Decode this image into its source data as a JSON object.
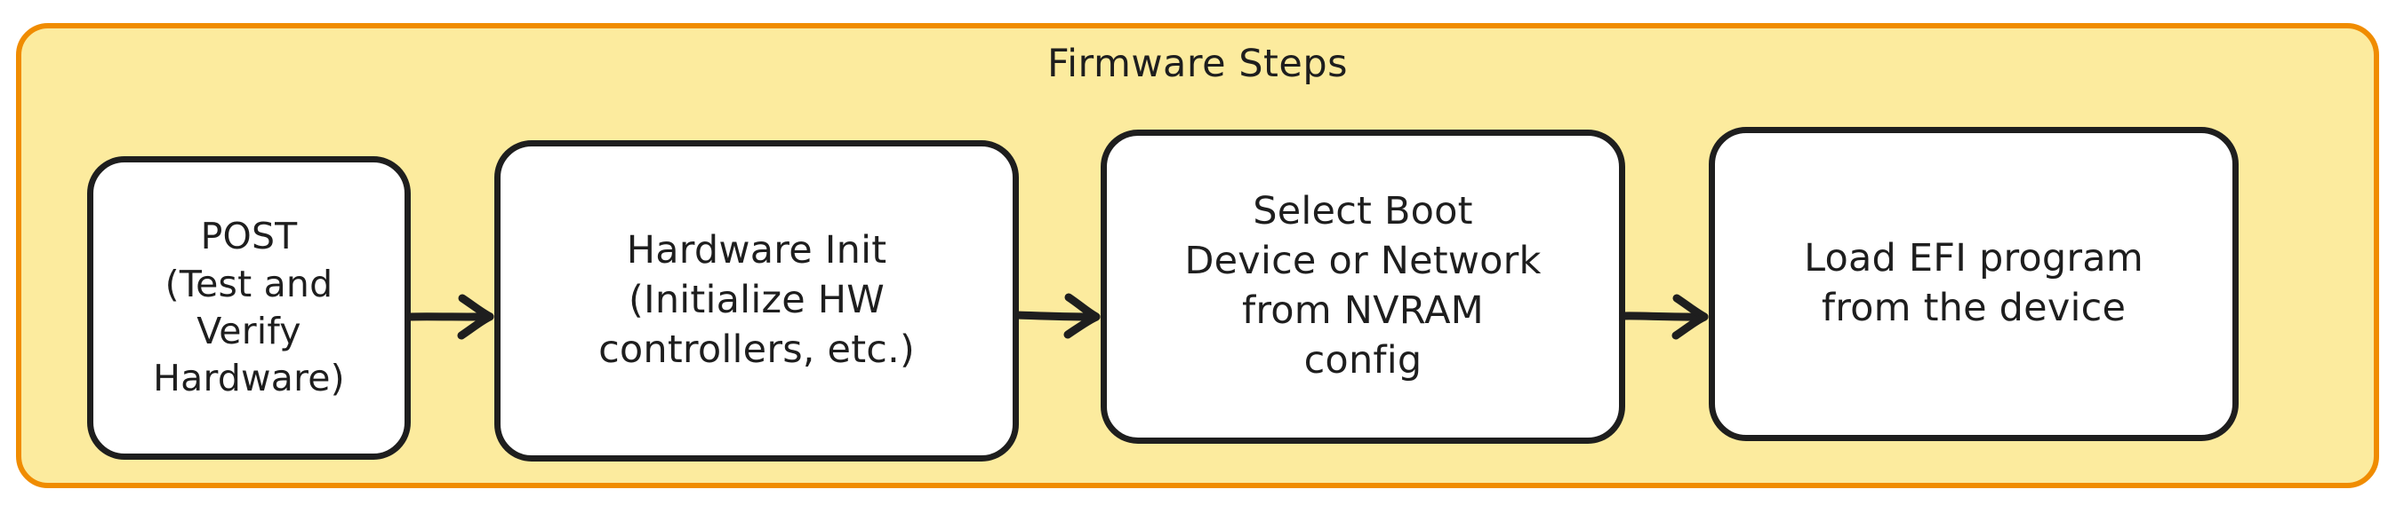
{
  "diagram": {
    "type": "flowchart",
    "orientation": "left-to-right",
    "group": {
      "title": "Firmware Steps",
      "fill_color": "#fceb9e",
      "border_color": "#f08c00"
    },
    "node_style": {
      "fill_color": "#ffffff",
      "border_color": "#1e1e1e",
      "text_color": "#1e1e1e"
    },
    "nodes": [
      {
        "id": "post",
        "label": "POST\n(Test and\nVerify\nHardware)",
        "lines": [
          "POST",
          "(Test and",
          "Verify",
          "Hardware)"
        ]
      },
      {
        "id": "hardware-init",
        "label": "Hardware Init\n(Initialize HW\ncontrollers, etc.)",
        "lines": [
          "Hardware Init",
          "(Initialize HW",
          "controllers, etc.)"
        ]
      },
      {
        "id": "select-boot-device",
        "label": "Select Boot\nDevice or Network\nfrom NVRAM\nconfig",
        "lines": [
          "Select Boot",
          "Device or Network",
          "from NVRAM",
          "config"
        ]
      },
      {
        "id": "load-efi-program",
        "label": "Load EFI program\nfrom the device",
        "lines": [
          "Load EFI program",
          "from the device"
        ]
      }
    ],
    "edges": [
      {
        "id": "edge-post-to-hardware-init",
        "from": "post",
        "to": "hardware-init",
        "arrow": "arrow-right-icon",
        "label": ""
      },
      {
        "id": "edge-hardware-init-to-select-boot-device",
        "from": "hardware-init",
        "to": "select-boot-device",
        "arrow": "arrow-right-icon",
        "label": ""
      },
      {
        "id": "edge-select-boot-device-to-load-efi-program",
        "from": "select-boot-device",
        "to": "load-efi-program",
        "arrow": "arrow-right-icon",
        "label": ""
      }
    ]
  }
}
